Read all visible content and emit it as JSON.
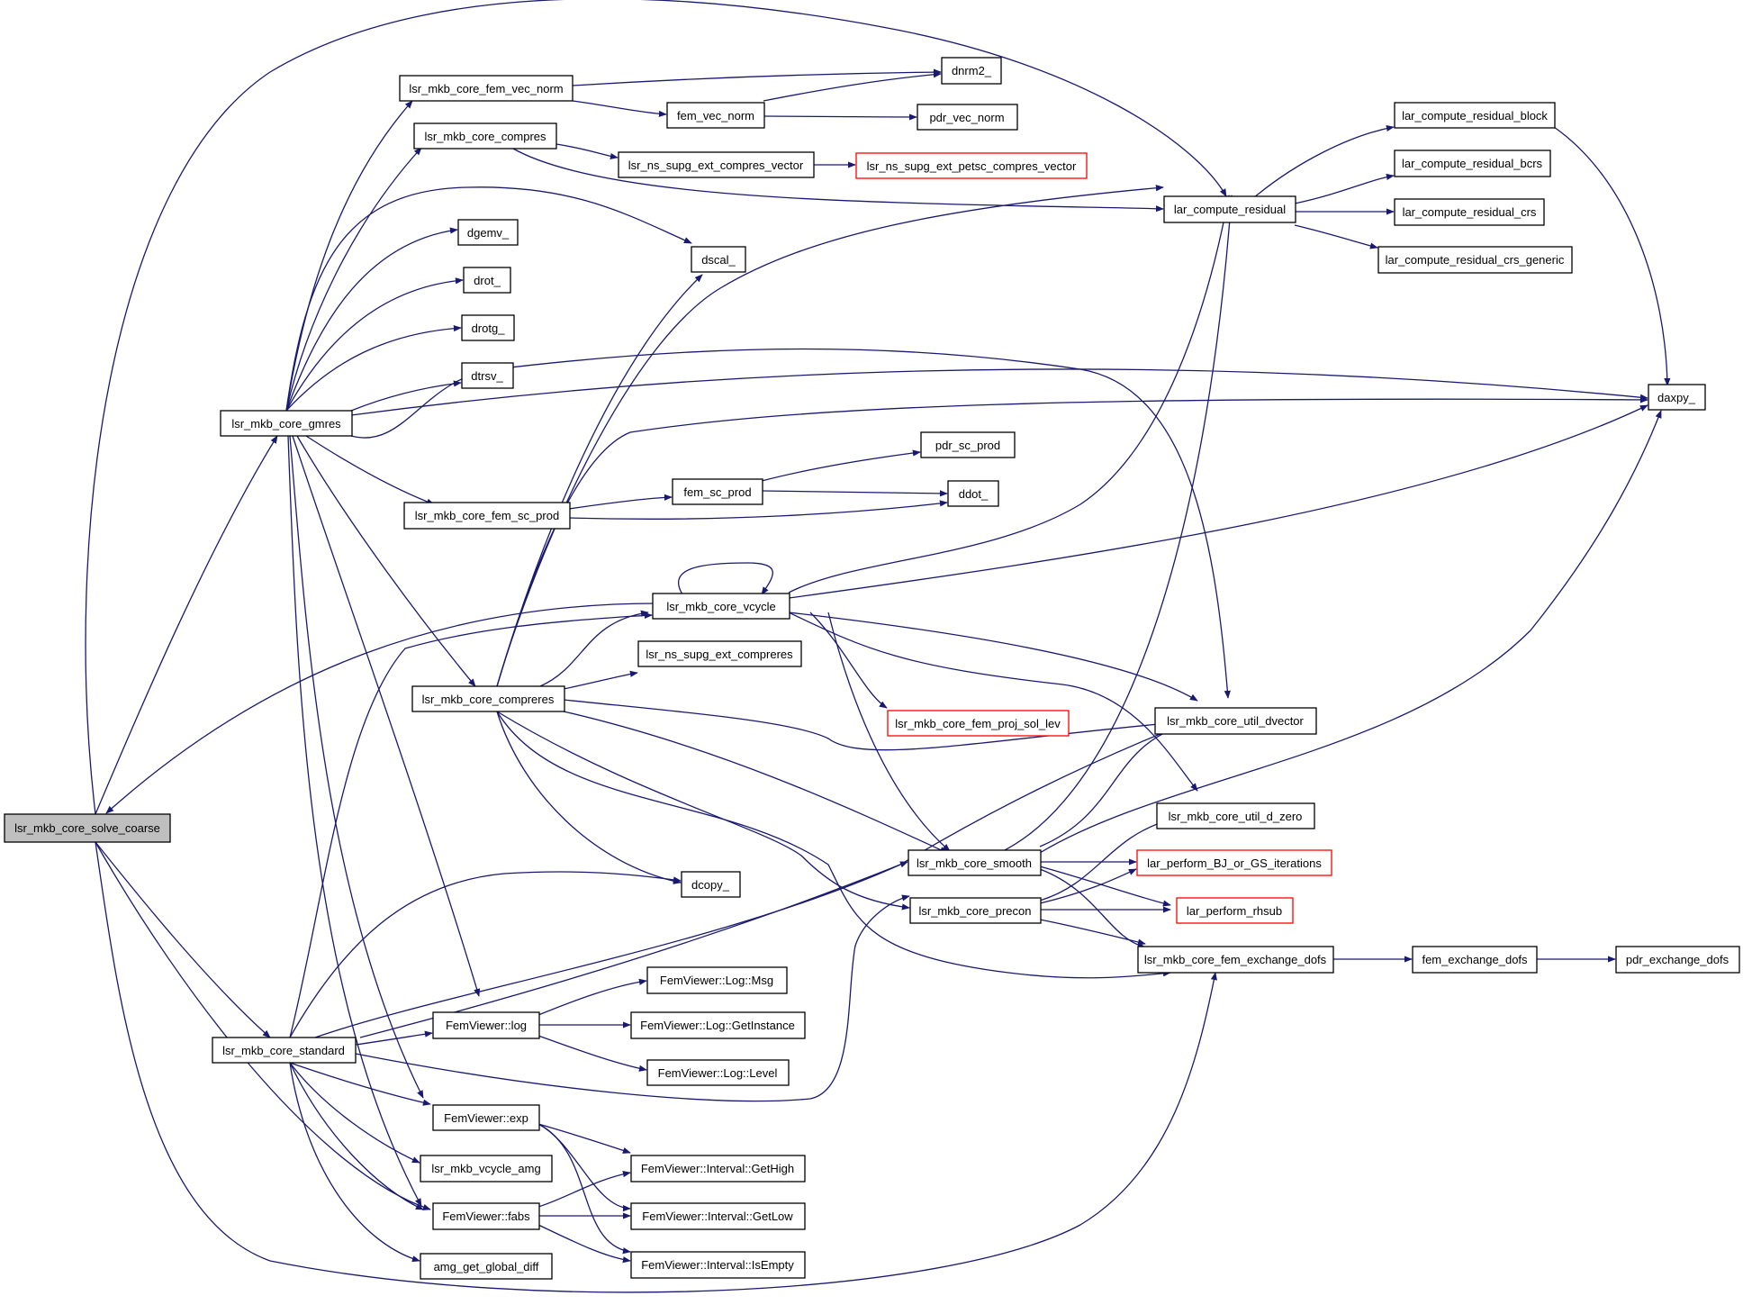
{
  "graph": {
    "edge_color": "#191970",
    "highlight_color": "#ff0000",
    "root_fill": "#bfbfbf",
    "nodes": [
      {
        "id": "solve_coarse",
        "label": "lsr_mkb_core_solve_coarse",
        "style": "root"
      },
      {
        "id": "gmres",
        "label": "lsr_mkb_core_gmres"
      },
      {
        "id": "standard",
        "label": "lsr_mkb_core_standard"
      },
      {
        "id": "fem_vec_norm_core",
        "label": "lsr_mkb_core_fem_vec_norm"
      },
      {
        "id": "compres",
        "label": "lsr_mkb_core_compres"
      },
      {
        "id": "dnrm2",
        "label": "dnrm2_"
      },
      {
        "id": "fem_vec_norm",
        "label": "fem_vec_norm"
      },
      {
        "id": "pdr_vec_norm",
        "label": "pdr_vec_norm"
      },
      {
        "id": "ns_compres_vector",
        "label": "lsr_ns_supg_ext_compres_vector"
      },
      {
        "id": "petsc_compres_vector",
        "label": "lsr_ns_supg_ext_petsc_compres_vector",
        "style": "red"
      },
      {
        "id": "dgemv",
        "label": "dgemv_"
      },
      {
        "id": "drot",
        "label": "drot_"
      },
      {
        "id": "drotg",
        "label": "drotg_"
      },
      {
        "id": "dtrsv",
        "label": "dtrsv_"
      },
      {
        "id": "dscal",
        "label": "dscal_"
      },
      {
        "id": "lar_residual",
        "label": "lar_compute_residual"
      },
      {
        "id": "lar_residual_block",
        "label": "lar_compute_residual_block"
      },
      {
        "id": "lar_residual_bcrs",
        "label": "lar_compute_residual_bcrs"
      },
      {
        "id": "lar_residual_crs",
        "label": "lar_compute_residual_crs"
      },
      {
        "id": "lar_residual_crs_generic",
        "label": "lar_compute_residual_crs_generic"
      },
      {
        "id": "daxpy",
        "label": "daxpy_"
      },
      {
        "id": "pdr_sc_prod",
        "label": "pdr_sc_prod"
      },
      {
        "id": "fem_sc_prod",
        "label": "fem_sc_prod"
      },
      {
        "id": "ddot",
        "label": "ddot_"
      },
      {
        "id": "fem_sc_prod_core",
        "label": "lsr_mkb_core_fem_sc_prod"
      },
      {
        "id": "vcycle",
        "label": "lsr_mkb_core_vcycle"
      },
      {
        "id": "ns_compreres",
        "label": "lsr_ns_supg_ext_compreres"
      },
      {
        "id": "compreres",
        "label": "lsr_mkb_core_compreres"
      },
      {
        "id": "proj_sol_lev",
        "label": "lsr_mkb_core_fem_proj_sol_lev",
        "style": "red"
      },
      {
        "id": "util_dvector",
        "label": "lsr_mkb_core_util_dvector"
      },
      {
        "id": "util_d_zero",
        "label": "lsr_mkb_core_util_d_zero"
      },
      {
        "id": "smooth",
        "label": "lsr_mkb_core_smooth"
      },
      {
        "id": "bj_gs",
        "label": "lar_perform_BJ_or_GS_iterations",
        "style": "red"
      },
      {
        "id": "dcopy",
        "label": "dcopy_"
      },
      {
        "id": "precon",
        "label": "lsr_mkb_core_precon"
      },
      {
        "id": "rhsub",
        "label": "lar_perform_rhsub",
        "style": "red"
      },
      {
        "id": "exchange_dofs_core",
        "label": "lsr_mkb_core_fem_exchange_dofs"
      },
      {
        "id": "fem_exchange_dofs",
        "label": "fem_exchange_dofs"
      },
      {
        "id": "pdr_exchange_dofs",
        "label": "pdr_exchange_dofs"
      },
      {
        "id": "log_msg",
        "label": "FemViewer::Log::Msg"
      },
      {
        "id": "fv_log",
        "label": "FemViewer::log"
      },
      {
        "id": "log_getinstance",
        "label": "FemViewer::Log::GetInstance"
      },
      {
        "id": "log_level",
        "label": "FemViewer::Log::Level"
      },
      {
        "id": "fv_exp",
        "label": "FemViewer::exp"
      },
      {
        "id": "vcycle_amg",
        "label": "lsr_mkb_vcycle_amg"
      },
      {
        "id": "get_high",
        "label": "FemViewer::Interval::GetHigh"
      },
      {
        "id": "fv_fabs",
        "label": "FemViewer::fabs"
      },
      {
        "id": "get_low",
        "label": "FemViewer::Interval::GetLow"
      },
      {
        "id": "amg_diff",
        "label": "amg_get_global_diff"
      },
      {
        "id": "is_empty",
        "label": "FemViewer::Interval::IsEmpty"
      }
    ]
  }
}
